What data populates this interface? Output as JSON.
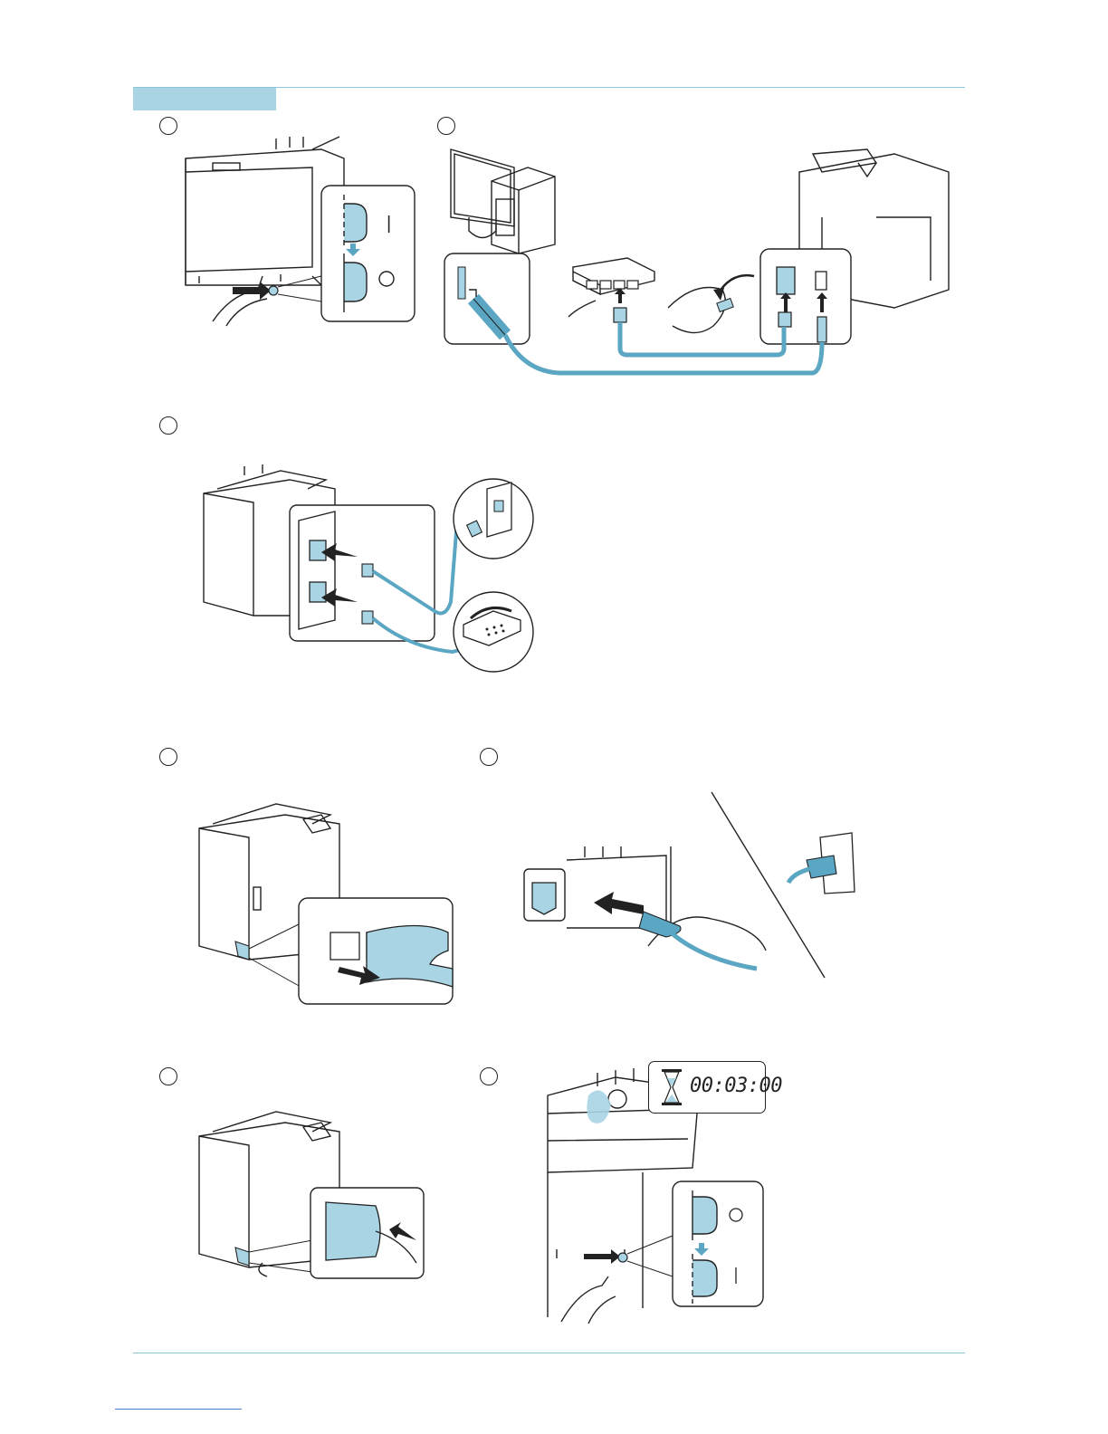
{
  "colors": {
    "accent": "#a8d4e4",
    "accent_dark": "#5aa6c3",
    "line": "#8cc6dc",
    "ink": "#222222"
  },
  "steps": [
    {
      "id": "step-1",
      "label": ""
    },
    {
      "id": "step-2",
      "label": ""
    },
    {
      "id": "step-3",
      "label": ""
    },
    {
      "id": "step-4",
      "label": ""
    },
    {
      "id": "step-5",
      "label": ""
    },
    {
      "id": "step-6",
      "label": ""
    },
    {
      "id": "step-7",
      "label": ""
    }
  ],
  "power_switch": {
    "on_symbol": "|",
    "off_symbol": "○"
  },
  "timer": {
    "display": "00:03:00",
    "icon": "hourglass-icon"
  }
}
